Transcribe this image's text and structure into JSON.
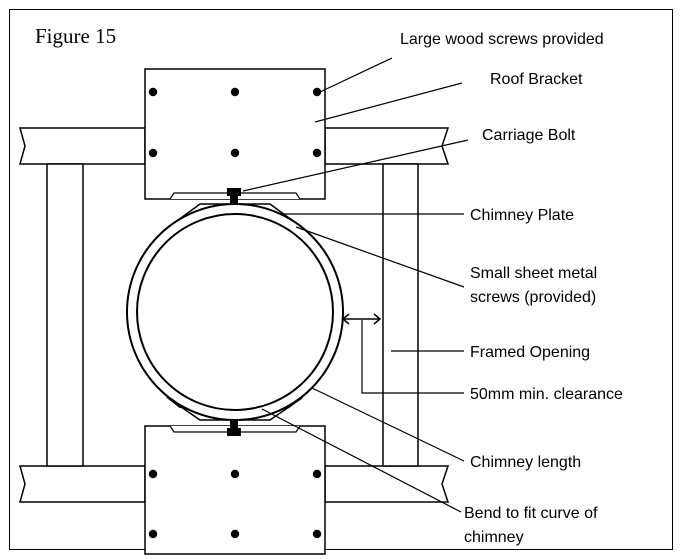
{
  "figure": {
    "title": "Figure 15",
    "labels": {
      "large_wood_screws": "Large wood screws provided",
      "roof_bracket": "Roof Bracket",
      "carriage_bolt": "Carriage Bolt",
      "chimney_plate": "Chimney Plate",
      "small_screws_line1": "Small sheet metal",
      "small_screws_line2": "screws (provided)",
      "framed_opening": "Framed Opening",
      "clearance": "50mm min. clearance",
      "chimney_length": "Chimney length",
      "bend_line1": "Bend to fit curve of",
      "bend_line2": "chimney"
    }
  }
}
